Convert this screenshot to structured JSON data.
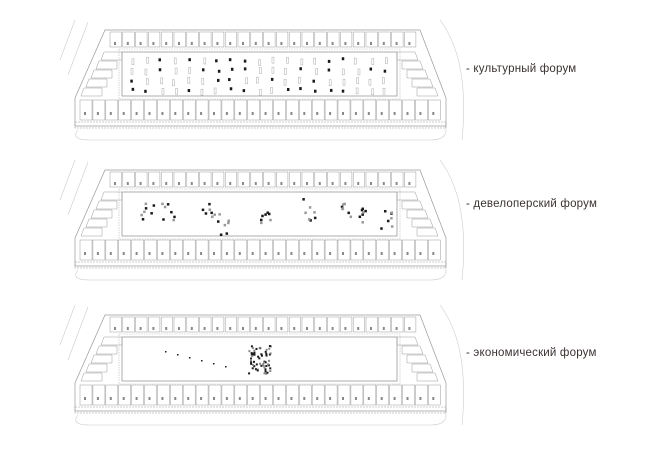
{
  "variants": [
    {
      "id": "cultural",
      "label": "- культурный форум"
    },
    {
      "id": "developer",
      "label": "- девелоперский форум"
    },
    {
      "id": "economic",
      "label": "- экономический форум"
    }
  ],
  "colors": {
    "line": "#9a9a9a",
    "text": "#3a3230",
    "mark": "#1a1a1a"
  }
}
